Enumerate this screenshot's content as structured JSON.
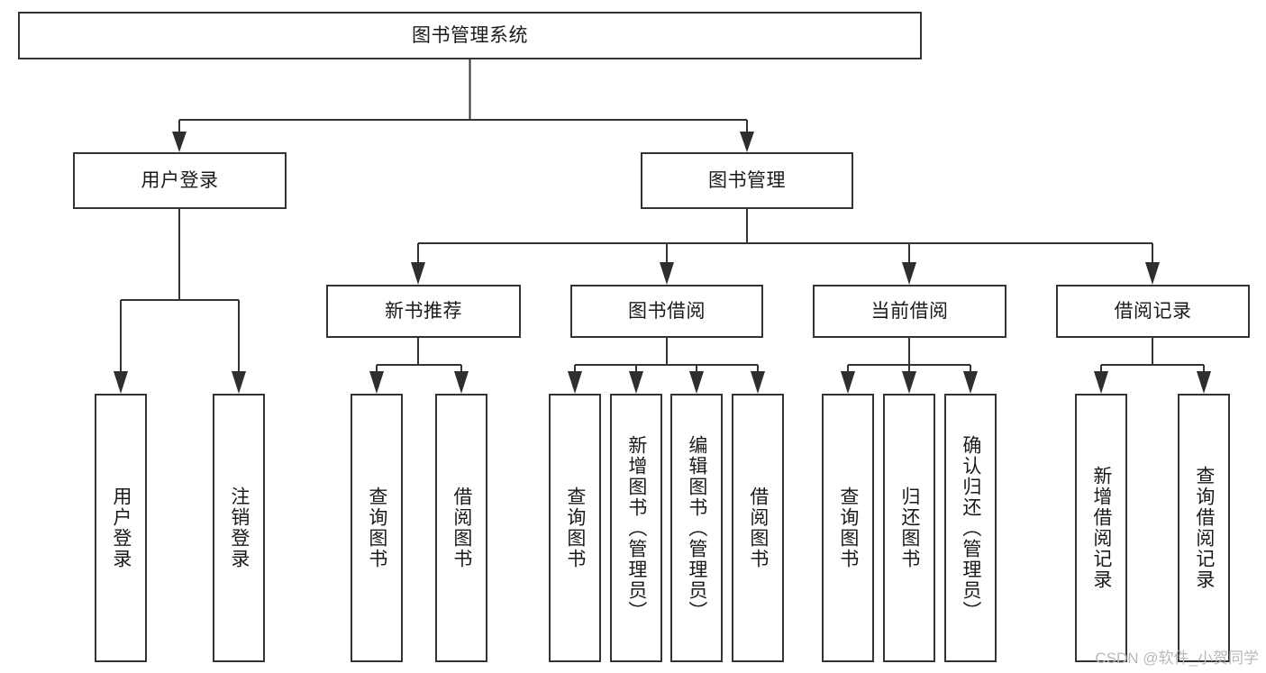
{
  "diagram": {
    "type": "tree-hierarchy",
    "title": "图书管理系统",
    "orientation": "top-down",
    "colors": {
      "box_border": "#333333",
      "box_fill": "#ffffff",
      "connector": "#333333",
      "arrowhead": "#2e2e2e",
      "text": "#1a1a1a",
      "watermark": "#b9b9b9",
      "background": "#ffffff"
    },
    "root": {
      "label": "图书管理系统"
    },
    "level2": [
      {
        "label": "用户登录"
      },
      {
        "label": "图书管理"
      }
    ],
    "level3": [
      {
        "label": "新书推荐"
      },
      {
        "label": "图书借阅"
      },
      {
        "label": "当前借阅"
      },
      {
        "label": "借阅记录"
      }
    ],
    "leaves": {
      "user_login": [
        {
          "label": "用户登录"
        },
        {
          "label": "注销登录"
        }
      ],
      "new_book": [
        {
          "label": "查询图书"
        },
        {
          "label": "借阅图书"
        }
      ],
      "book_borrow": [
        {
          "label": "查询图书"
        },
        {
          "label": "新增图书（管理员）"
        },
        {
          "label": "编辑图书（管理员）"
        },
        {
          "label": "借阅图书"
        }
      ],
      "current_borrow": [
        {
          "label": "查询图书"
        },
        {
          "label": "归还图书"
        },
        {
          "label": "确认归还（管理员）"
        }
      ],
      "borrow_record": [
        {
          "label": "新增借阅记录"
        },
        {
          "label": "查询借阅记录"
        }
      ]
    }
  },
  "watermark": {
    "text": "CSDN @软件_小贺同学"
  }
}
